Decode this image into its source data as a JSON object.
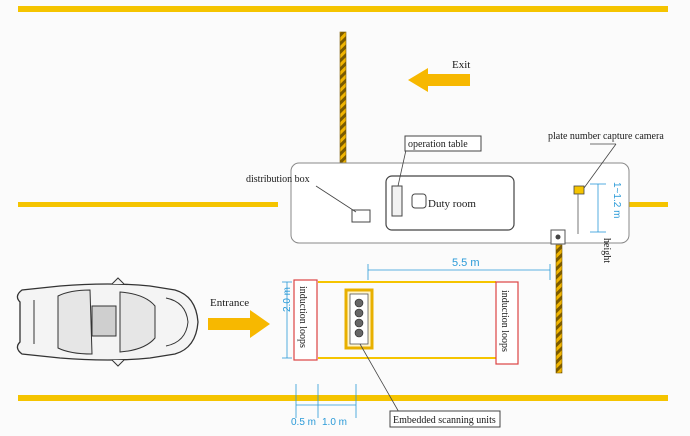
{
  "labels": {
    "exit": "Exit",
    "operation_table": "operation table",
    "plate_camera": "plate number capture camera",
    "distribution_box": "distribution box",
    "duty_room": "Duty room",
    "entrance": "Entrance",
    "induction_loops_left": "induction loops",
    "induction_loops_right": "induction loops",
    "embedded_scanning_units": "Embedded scanning units",
    "height": "height"
  },
  "dimensions": {
    "camera_height": "1~1.2 m",
    "loop_spacing": "5.5 m",
    "loop_width": "2.0 m",
    "gap_a": "0.5 m",
    "gap_b": "1.0 m"
  },
  "colors": {
    "lane_yellow": "#f5c400",
    "arrow_yellow": "#f7b800",
    "dimension_blue": "#2a9ad8",
    "gate_orange": "#e0a000"
  }
}
